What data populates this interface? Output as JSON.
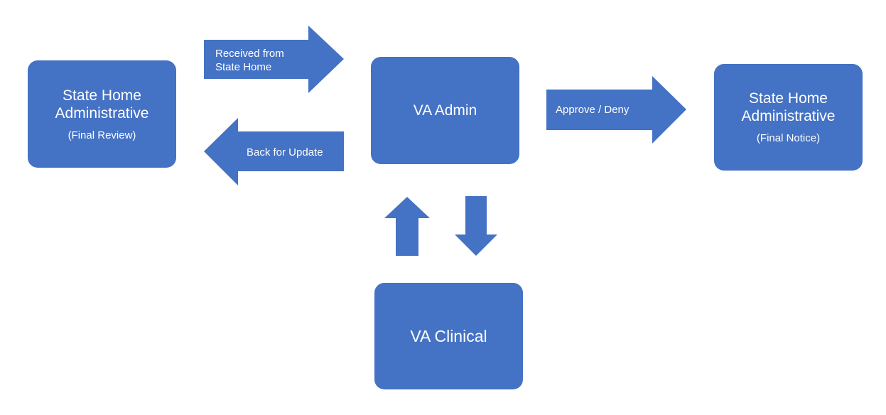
{
  "nodes": {
    "state_home_review": {
      "title": "State Home Administrative",
      "subtitle": "(Final Review)"
    },
    "va_admin": {
      "title": "VA Admin"
    },
    "state_home_notice": {
      "title": "State Home Administrative",
      "subtitle": "(Final Notice)"
    },
    "va_clinical": {
      "title": "VA Clinical"
    }
  },
  "edges": {
    "received": {
      "line1": "Received from",
      "line2": "State Home"
    },
    "back": {
      "label": "Back for Update"
    },
    "approve": {
      "label": "Approve / Deny"
    }
  },
  "colors": {
    "fill": "#4472c4",
    "text": "#ffffff"
  }
}
